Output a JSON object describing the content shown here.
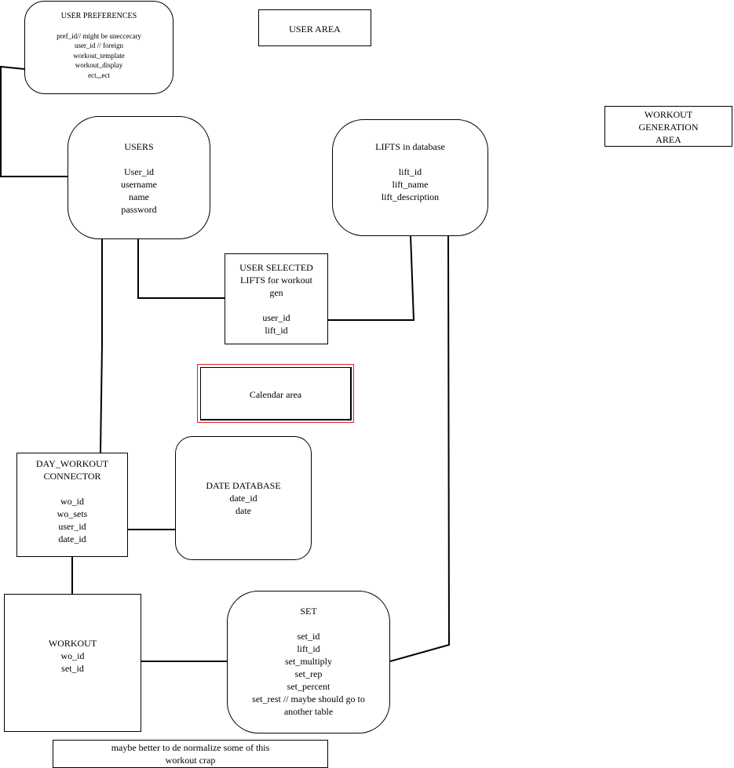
{
  "entities": {
    "user_preferences": {
      "title": "USER PREFERENCES",
      "fields": "pref_id// might be uneccecary\nuser_id // foreign\nworkout_template\nworkout_display\nect,,,ect"
    },
    "users": {
      "title": "USERS",
      "fields": "User_id\nusername\nname\npassword"
    },
    "lifts": {
      "title": "LIFTS in database",
      "fields": "lift_id\nlift_name\nlift_description"
    },
    "user_selected_lifts": {
      "title": "USER SELECTED\nLIFTS for workout\ngen",
      "fields": "user_id\nlift_id"
    },
    "day_workout_connector": {
      "title": "DAY_WORKOUT\nCONNECTOR",
      "fields": "wo_id\nwo_sets\nuser_id\ndate_id"
    },
    "date_database": {
      "title": "DATE DATABASE",
      "fields": "date_id\ndate"
    },
    "workout": {
      "title": "WORKOUT",
      "fields": "wo_id\nset_id"
    },
    "set": {
      "title": "SET",
      "fields": "set_id\nlift_id\nset_multiply\nset_rep\nset_percent\nset_rest // maybe should go to\nanother table"
    }
  },
  "notes": {
    "user_area": "USER AREA",
    "workout_generation_area": "WORKOUT\nGENERATION\nAREA",
    "calendar_area": "Calendar area",
    "normalize_note": "maybe better to de normalize some of this\nworkout crap"
  },
  "colors": {
    "line": "#000000",
    "calendar_border": "#e02020"
  }
}
